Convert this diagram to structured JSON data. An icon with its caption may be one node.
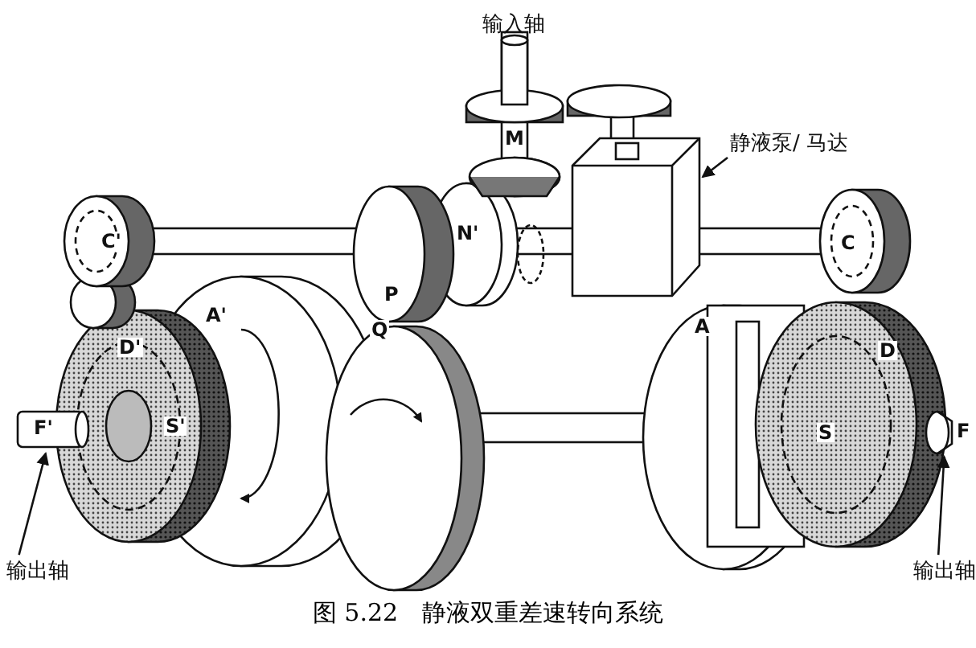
{
  "diagram": {
    "caption": "图 5.22　静液双重差速转向系统",
    "nodes": [
      {
        "text": [
          "静液泵/ 马达"
        ]
      },
      {
        "text": [],
        "shape": "box"
      },
      {
        "text": [
          "输出轴"
        ]
      },
      {
        "text": [],
        "shape": "cylinder"
      },
      {
        "text": [
          "输出轴"
        ]
      },
      {
        "text": [],
        "shape": "cylinder"
      }
    ],
    "edges": [
      {
        "from": 0,
        "to": 1,
        "arrow": "to"
      },
      {
        "from": 2,
        "to": 3,
        "arrow": "to"
      },
      {
        "from": 4,
        "to": 5,
        "arrow": "to"
      }
    ],
    "labels": [
      "输入轴",
      "M",
      "N'",
      "C'",
      "C",
      "P",
      "A'",
      "Q",
      "A",
      "D'",
      "D",
      "F'",
      "S'",
      "S",
      "F"
    ]
  }
}
